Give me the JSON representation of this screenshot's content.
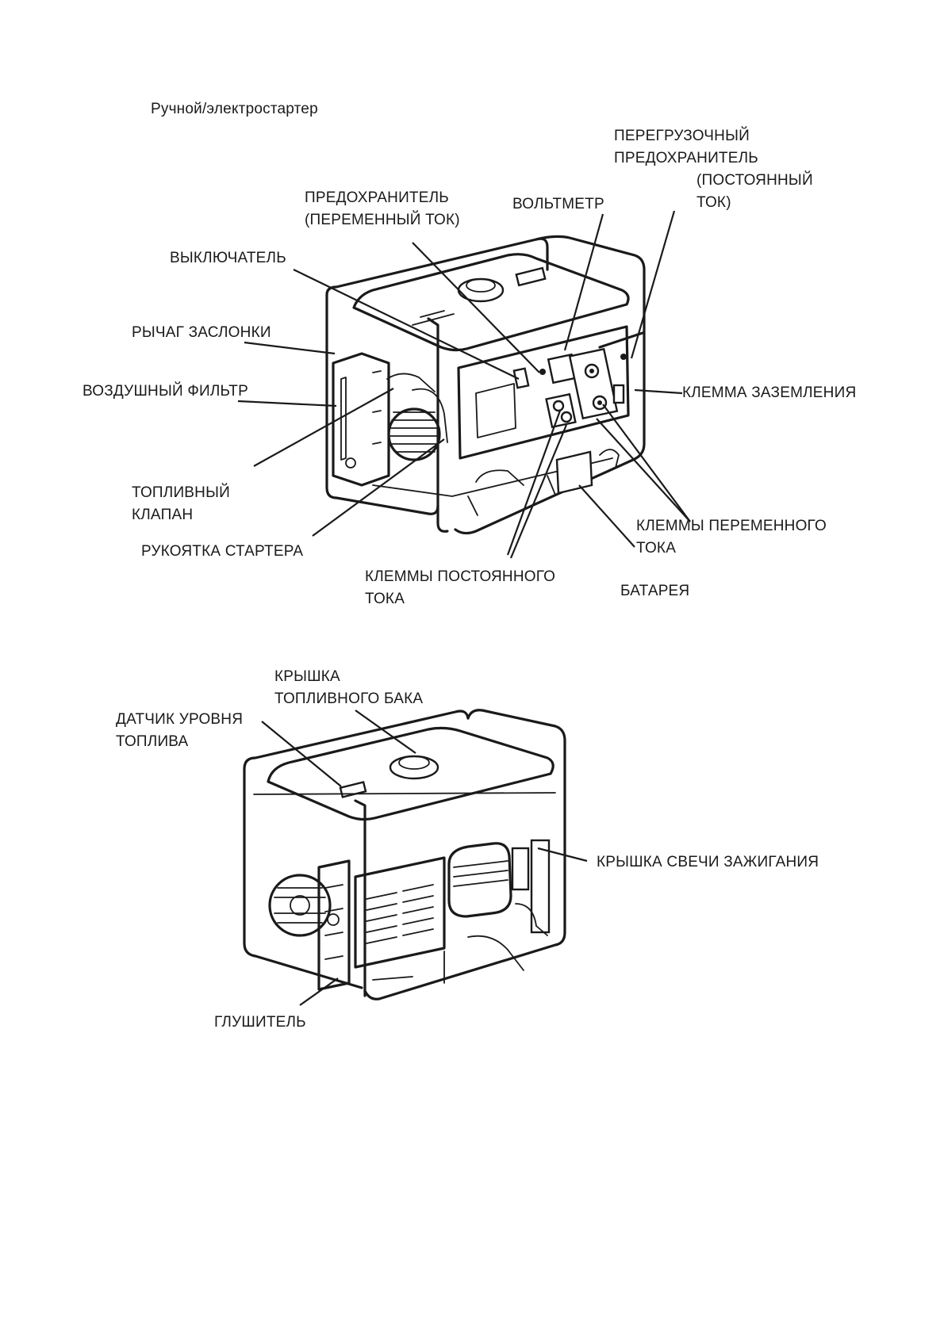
{
  "heading": "Ручной/электростартер",
  "figure1": {
    "labels": {
      "overload_fuse": [
        "ПЕРЕГРУЗОЧНЫЙ",
        "ПРЕДОХРАНИТЕЛЬ",
        "(ПОСТОЯННЫЙ",
        "ТОК)"
      ],
      "ac_fuse": [
        "ПРЕДОХРАНИТЕЛЬ",
        "(ПЕРЕМЕННЫЙ ТОК)"
      ],
      "voltmeter": "ВОЛЬТМЕТР",
      "switch": "ВЫКЛЮЧАТЕЛЬ",
      "choke_lever": "РЫЧАГ ЗАСЛОНКИ",
      "air_filter": "ВОЗДУШНЫЙ ФИЛЬТР",
      "ground_terminal": "КЛЕММА ЗАЗЕМЛЕНИЯ",
      "fuel_valve": [
        "ТОПЛИВНЫЙ",
        "КЛАПАН"
      ],
      "ac_terminals": [
        "КЛЕММЫ ПЕРЕМЕННОГО",
        "ТОКА"
      ],
      "starter_handle": "РУКОЯТКА СТАРТЕРА",
      "dc_terminals": [
        "КЛЕММЫ ПОСТОЯННОГО",
        "ТОКА"
      ],
      "battery": "БАТАРЕЯ"
    }
  },
  "figure2": {
    "labels": {
      "fuel_tank_cap": [
        "КРЫШКА",
        "ТОПЛИВНОГО БАКА"
      ],
      "fuel_gauge": [
        "ДАТЧИК УРОВНЯ",
        "ТОПЛИВА"
      ],
      "spark_plug_cap": "КРЫШКА СВЕЧИ ЗАЖИГАНИЯ",
      "muffler": "ГЛУШИТЕЛЬ"
    }
  }
}
